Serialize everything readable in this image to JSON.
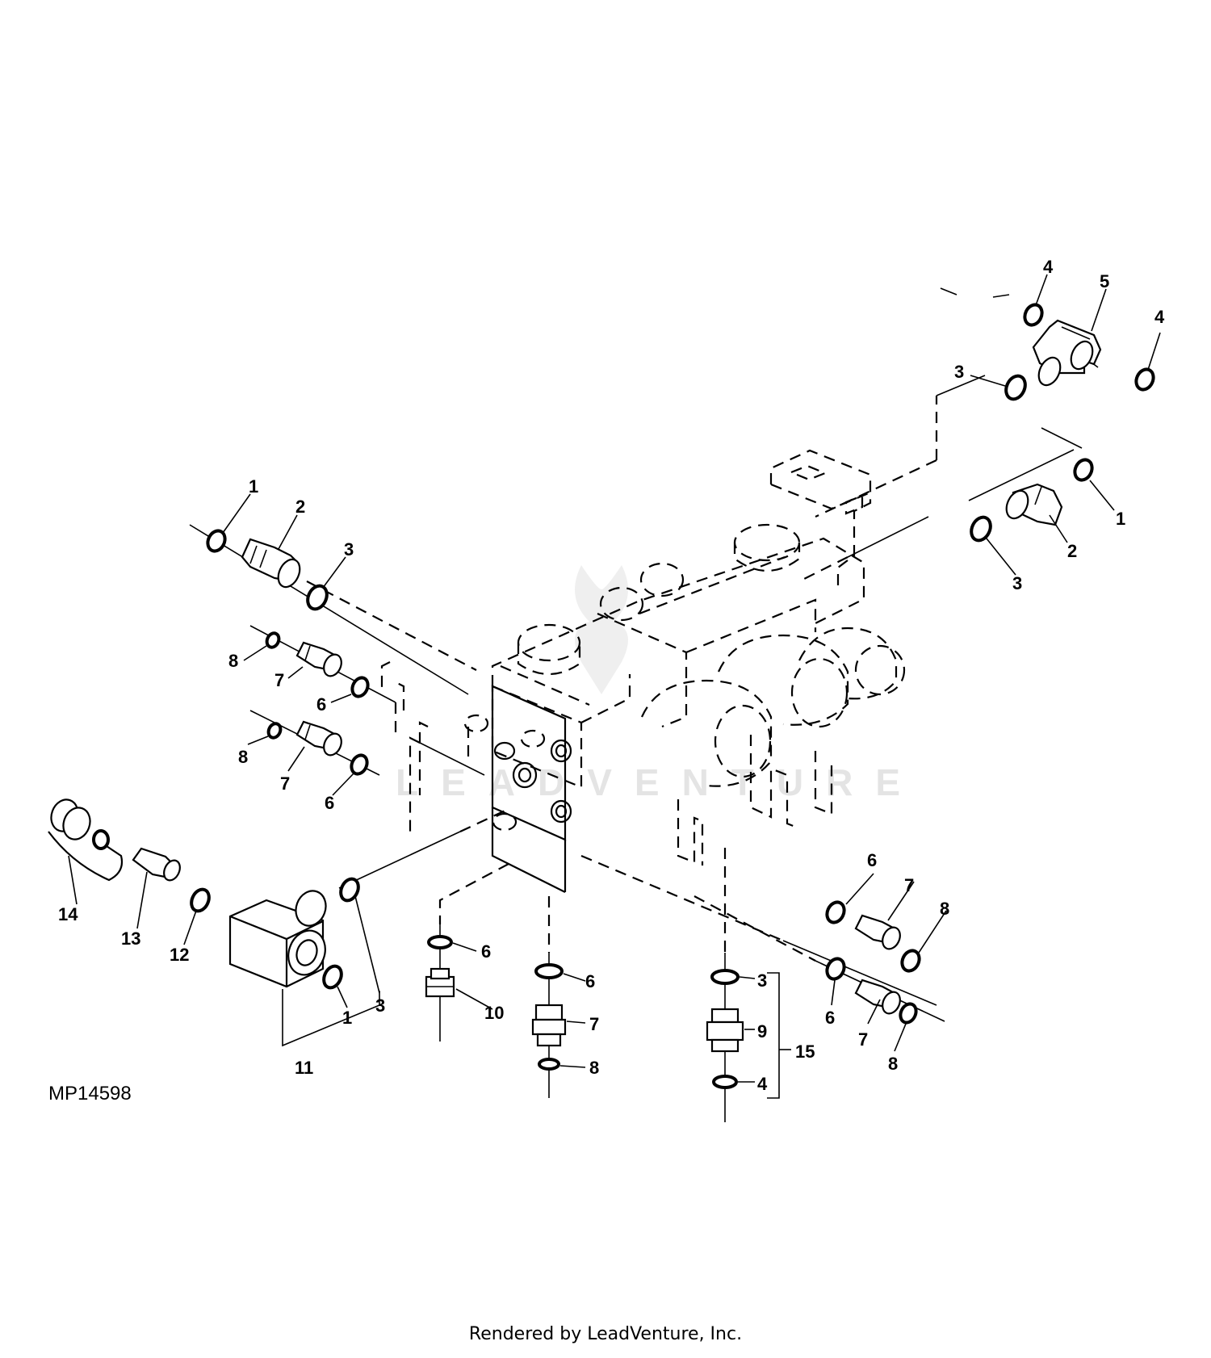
{
  "diagram": {
    "reference_code": "MP14598",
    "footer": "Rendered by LeadVenture, Inc.",
    "watermark_text": "LEADVENTURE",
    "callouts": {
      "ul_1": "1",
      "ul_2": "2",
      "ul_3": "3",
      "ur_4a": "4",
      "ur_5": "5",
      "ur_4b": "4",
      "ur_3": "3",
      "r_1": "1",
      "r_2": "2",
      "r_3": "3",
      "lu_8": "8",
      "lu_7": "7",
      "lu_6": "6",
      "ll_8": "8",
      "ll_7": "7",
      "ll_6": "6",
      "cp_14": "14",
      "cp_13": "13",
      "cp_12": "12",
      "v_1": "1",
      "v_3": "3",
      "v_11": "11",
      "b1_6": "6",
      "b1_10": "10",
      "b2_6": "6",
      "b2_7": "7",
      "b2_8": "8",
      "b3_3": "3",
      "b3_9": "9",
      "b3_4": "4",
      "b3_15": "15",
      "ru_6": "6",
      "ru_7": "7",
      "ru_8": "8",
      "rl_6": "6",
      "rl_7": "7",
      "rl_8": "8"
    }
  }
}
